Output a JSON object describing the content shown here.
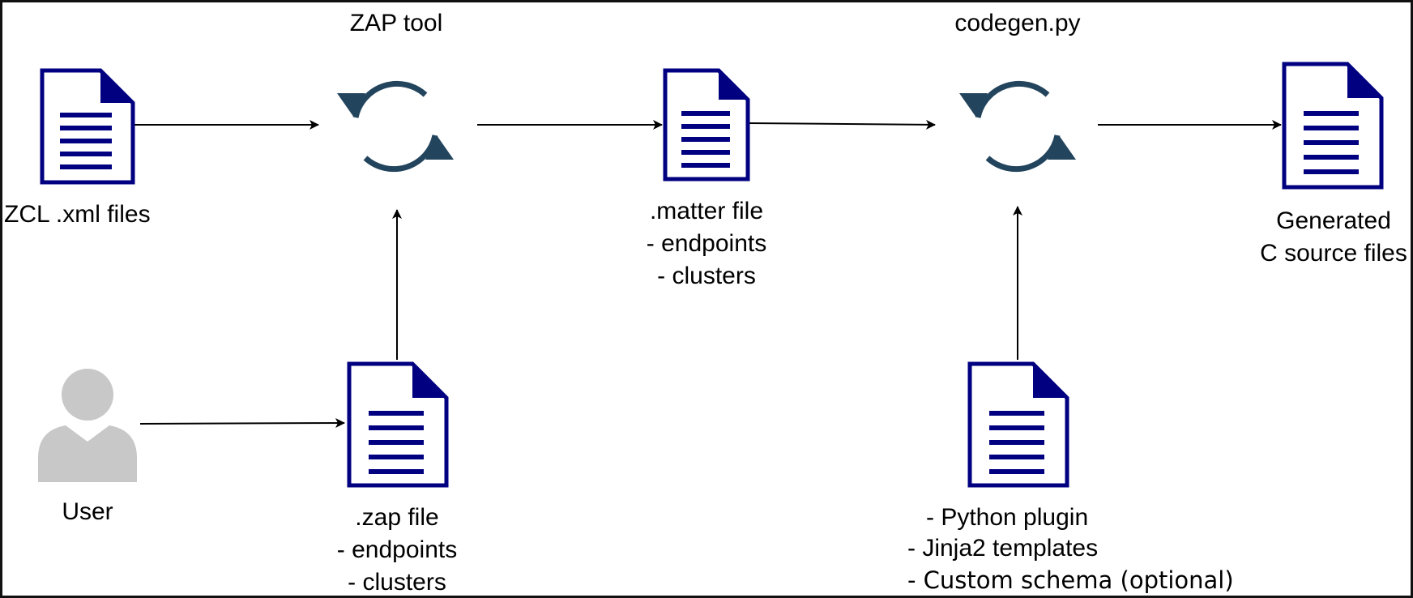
{
  "colors": {
    "document_fill": "#000080",
    "document_outline": "#000080",
    "process_stroke": "#23445d",
    "user_fill": "#c8c8c8",
    "connector": "#000000",
    "frame": "#111111"
  },
  "icons": {
    "document": "document-icon",
    "process": "refresh-cycle-icon",
    "user": "user-icon"
  },
  "nodes": {
    "zcl_xml": {
      "label": "ZCL .xml files"
    },
    "zap_tool": {
      "label": "ZAP tool"
    },
    "matter_file": {
      "lines": [
        ".matter file",
        "- endpoints",
        "- clusters"
      ]
    },
    "codegen": {
      "label": "codegen.py"
    },
    "generated": {
      "lines": [
        "Generated",
        "C source files"
      ]
    },
    "user": {
      "label": "User"
    },
    "zap_file": {
      "lines": [
        ".zap file",
        "- endpoints",
        "- clusters"
      ]
    },
    "plugin": {
      "lines": [
        "- Python plugin",
        "- Jinja2 templates",
        "- Custom schema (optional)"
      ]
    }
  },
  "edges": [
    {
      "from": "zcl_xml",
      "to": "zap_tool"
    },
    {
      "from": "zap_tool",
      "to": "matter_file"
    },
    {
      "from": "matter_file",
      "to": "codegen"
    },
    {
      "from": "codegen",
      "to": "generated"
    },
    {
      "from": "user",
      "to": "zap_file"
    },
    {
      "from": "zap_file",
      "to": "zap_tool"
    },
    {
      "from": "plugin",
      "to": "codegen"
    }
  ]
}
